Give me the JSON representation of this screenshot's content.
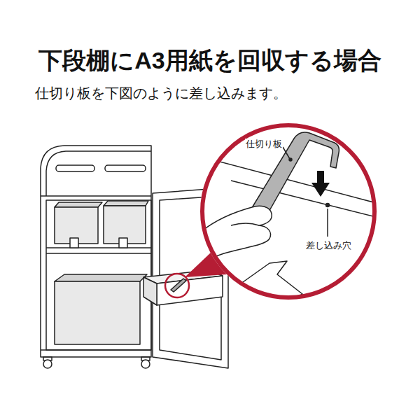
{
  "diagram": {
    "title": "下段棚にA3用紙を回収する場合",
    "nodes": [
      {
        "text": [
          "仕切り板",
          "差し込み穴"
        ]
      }
    ],
    "labels": [
      "仕切り板を下図のように差し込みます。"
    ]
  }
}
